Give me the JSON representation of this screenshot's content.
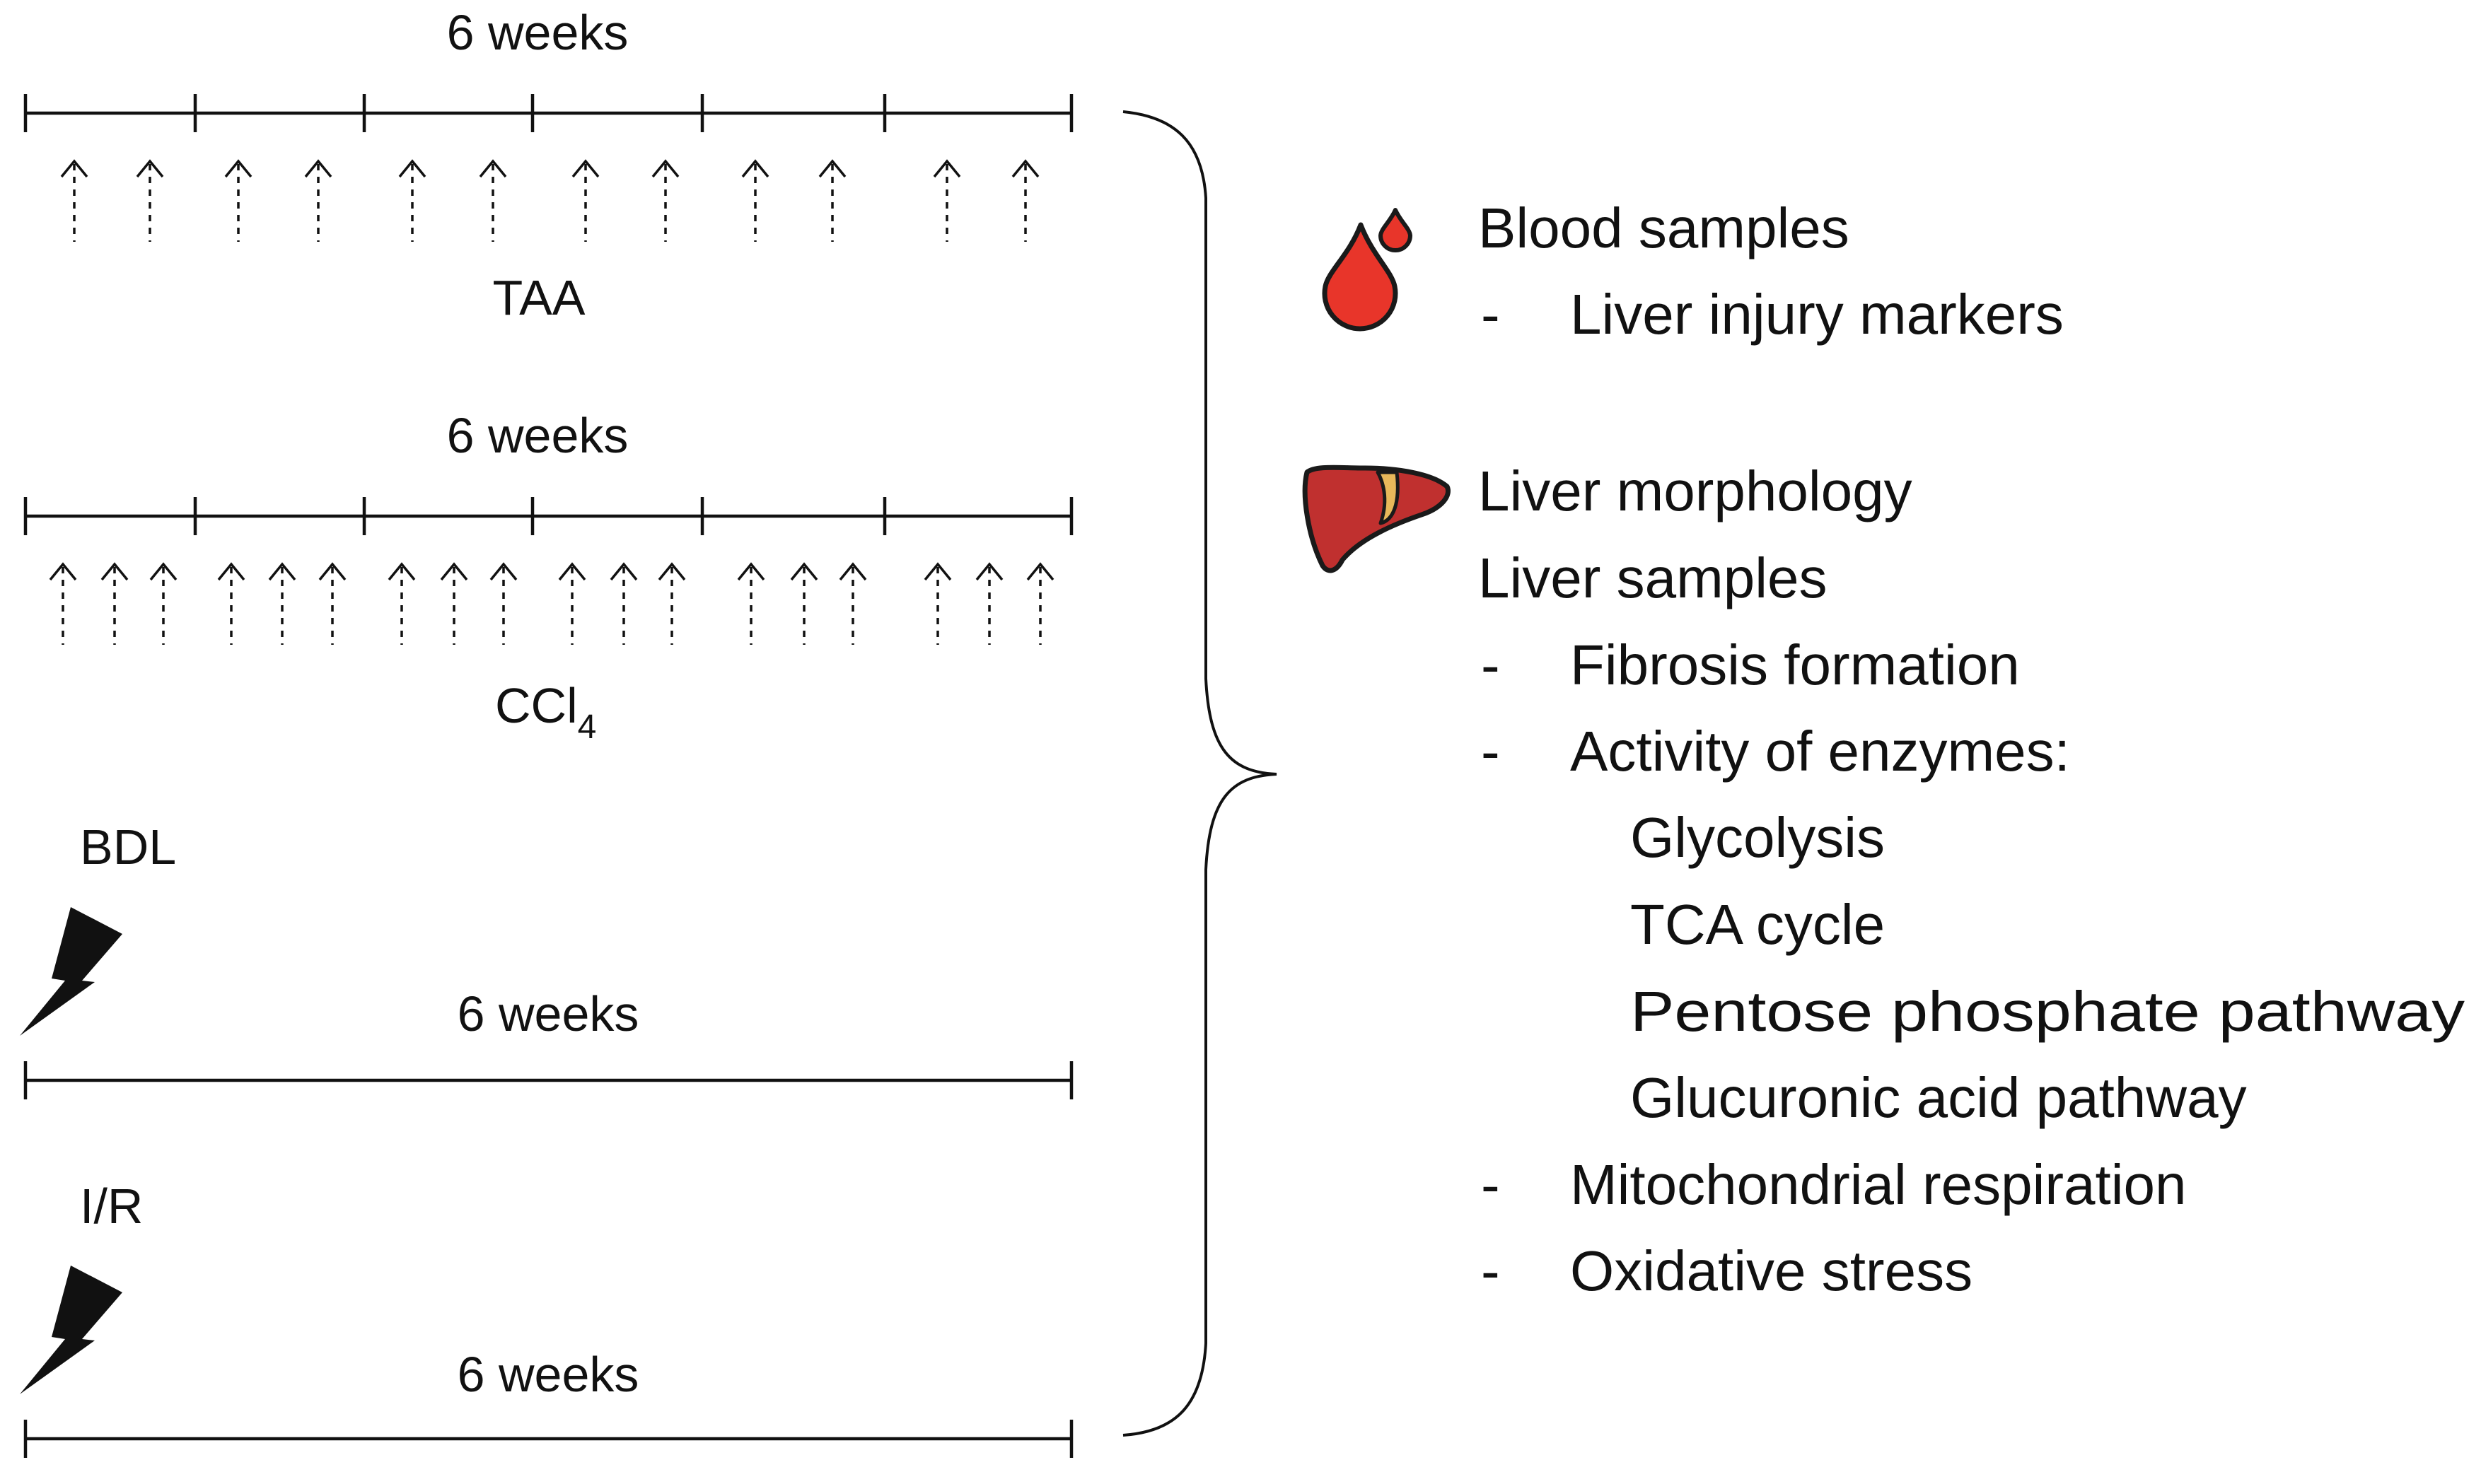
{
  "protocols": [
    {
      "name": "TAA",
      "duration_label": "6 weeks",
      "injections_per_week": 2,
      "injection_marker": "dashed-arrow-up"
    },
    {
      "name": "CCl",
      "name_subscript": "4",
      "duration_label": "6 weeks",
      "injections_per_week": 3,
      "injection_marker": "dashed-arrow-up"
    },
    {
      "name": "BDL",
      "duration_label": "6 weeks",
      "event_icon": "lightning-bolt-icon"
    },
    {
      "name": "I/R",
      "duration_label": "6 weeks",
      "event_icon": "lightning-bolt-icon"
    }
  ],
  "timeline_weeks": 6,
  "outcomes": {
    "blood": {
      "icon": "blood-drop-icon",
      "title": "Blood samples",
      "items": [
        {
          "dash": "-",
          "text": "Liver injury markers"
        }
      ]
    },
    "liver": {
      "icon": "liver-icon",
      "title": "Liver morphology",
      "subtitle": "Liver samples",
      "items": [
        {
          "dash": "-",
          "text": "Fibrosis formation"
        },
        {
          "dash": "-",
          "text": "Activity of enzymes:"
        }
      ],
      "enzyme_pathways": [
        "Glycolysis",
        "TCA cycle",
        "Pentose phosphate pathway",
        "Glucuronic acid pathway"
      ],
      "items_after": [
        {
          "dash": "-",
          "text": "Mitochondrial respiration"
        },
        {
          "dash": "-",
          "text": "Oxidative stress"
        }
      ]
    }
  },
  "colors": {
    "ink": "#111111",
    "blood_red": "#e8352a",
    "liver_red": "#c0302f",
    "gallbladder": "#e8b85a"
  }
}
